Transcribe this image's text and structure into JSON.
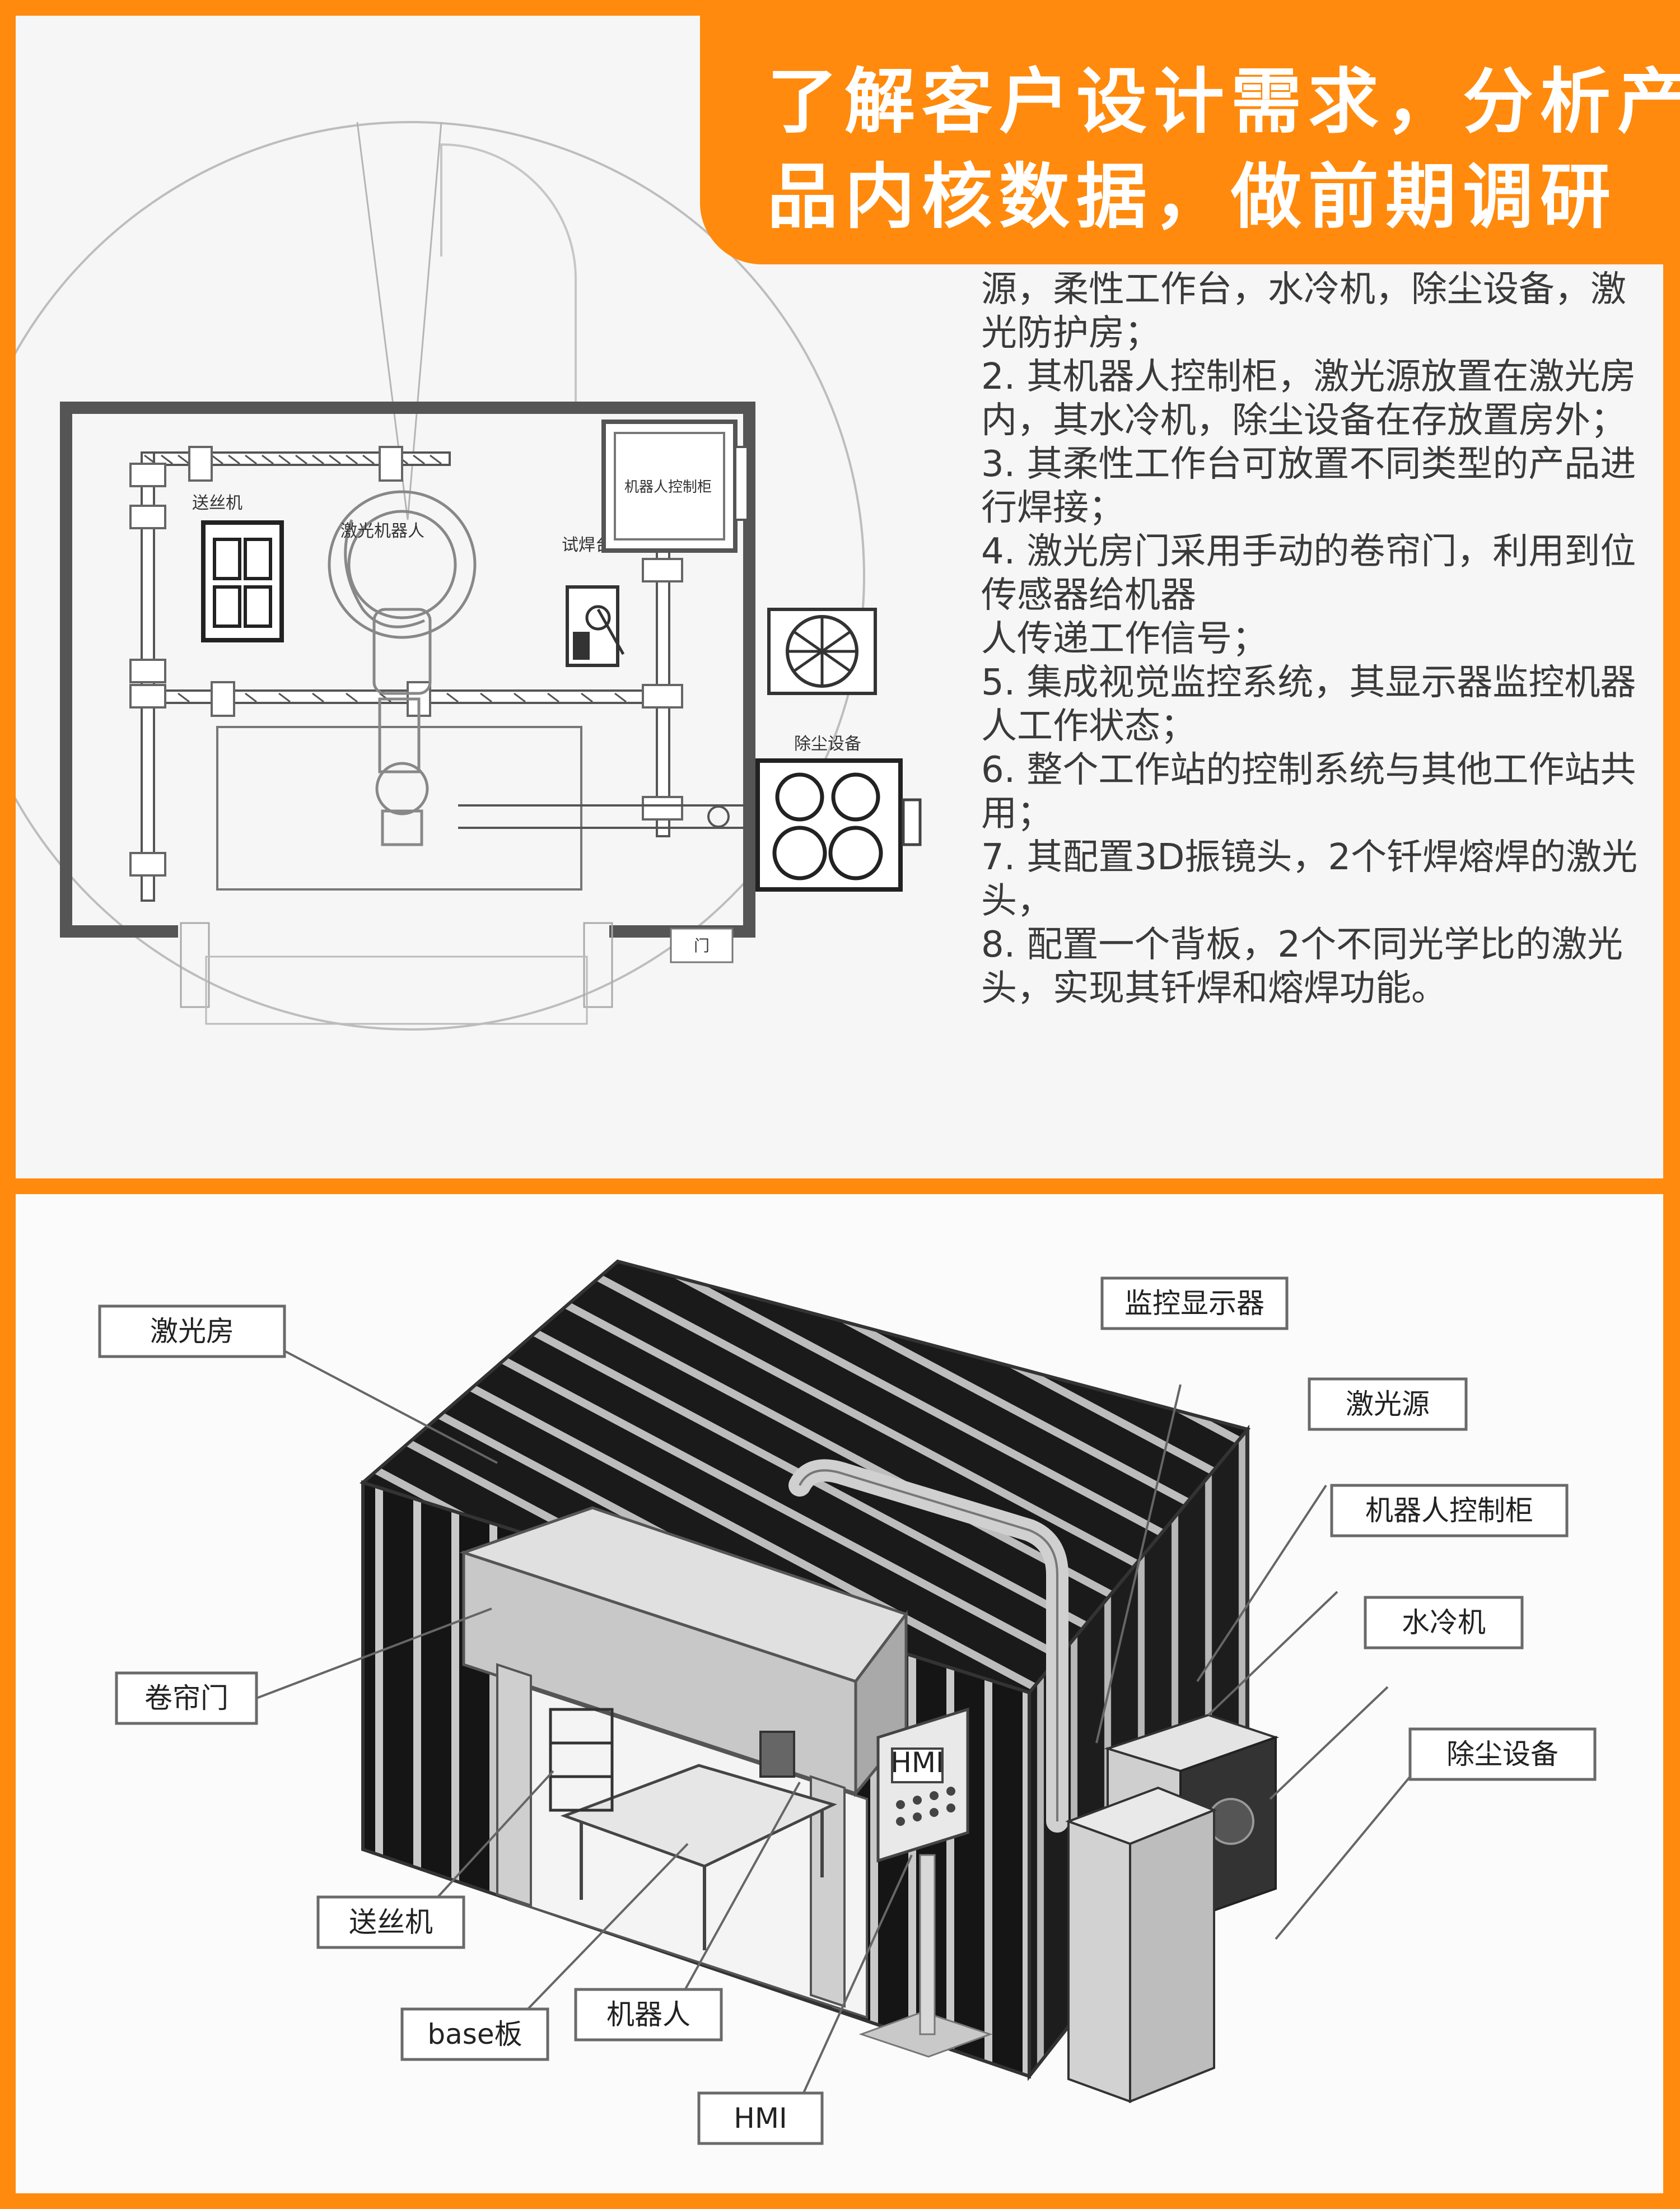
{
  "banner": {
    "line1": "了解客户设计需求，分析产",
    "line2": "品内核数据，做前期调研"
  },
  "description": {
    "lines": [
      "源，柔性工作台，水冷机，除尘设备，激",
      "光防护房；",
      "2. 其机器人控制柜，激光源放置在激光房",
      "内，其水冷机，除尘设备在存放置房外；",
      "3. 其柔性工作台可放置不同类型的产品进",
      "行焊接；",
      "4. 激光房门采用手动的卷帘门，利用到位",
      "传感器给机器",
      "人传递工作信号；",
      "5. 集成视觉监控系统，其显示器监控机器",
      "人工作状态；",
      "6. 整个工作站的控制系统与其他工作站共",
      "用；",
      "7. 其配置3D振镜头，2个钎焊熔焊的激光",
      "头，",
      "8. 配置一个背板，2个不同光学比的激光",
      "头，实现其钎焊和熔焊功能。"
    ]
  },
  "layout_drawing": {
    "labels": {
      "wire_feeder": "送丝机",
      "robot": "激光机器人",
      "test_bench": "试焊台",
      "dust": "除尘设备",
      "door_mark": "门",
      "cabinet": "机器人控制柜"
    }
  },
  "isometric": {
    "callouts": {
      "laser_room": "激光房",
      "monitor": "监控显示器",
      "laser_source": "激光源",
      "robot_cabinet": "机器人控制柜",
      "chiller": "水冷机",
      "dust_remover": "除尘设备",
      "roller_door": "卷帘门",
      "wire_feeder": "送丝机",
      "base_plate": "base板",
      "robot": "机器人",
      "hmi": "HMI"
    },
    "hmi_screen": "HMI"
  }
}
